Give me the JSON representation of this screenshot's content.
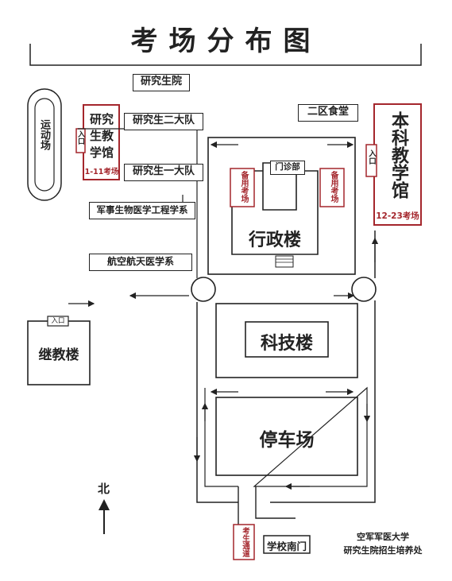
{
  "title": "考场分布图",
  "north_label": "北",
  "buildings": {
    "graduate_school": "研究生院",
    "second_battalion": "研究生二大队",
    "first_battalion": "研究生一大队",
    "military_bio": "军事生物医学工程学系",
    "aerospace_med": "航空航天医学系",
    "canteen": "二区食堂",
    "clinic": "门诊部",
    "admin": "行政楼",
    "tech": "科技楼",
    "parking": "停车场",
    "continuing_ed": "继教楼",
    "sports": "运动场",
    "south_gate": "学校南门",
    "exam_channel": "考生通道"
  },
  "entrance_label": "入口",
  "grad_hall": {
    "name": "研究生教学馆",
    "rooms": "1-11考场"
  },
  "undergrad_hall": {
    "name": "本科教学馆",
    "rooms": "12-23考场"
  },
  "backup_room": "备用考场",
  "footer": {
    "line1": "空军军医大学",
    "line2": "研究生院招生培养处"
  },
  "colors": {
    "accent": "#a4262c",
    "line": "#222222"
  }
}
